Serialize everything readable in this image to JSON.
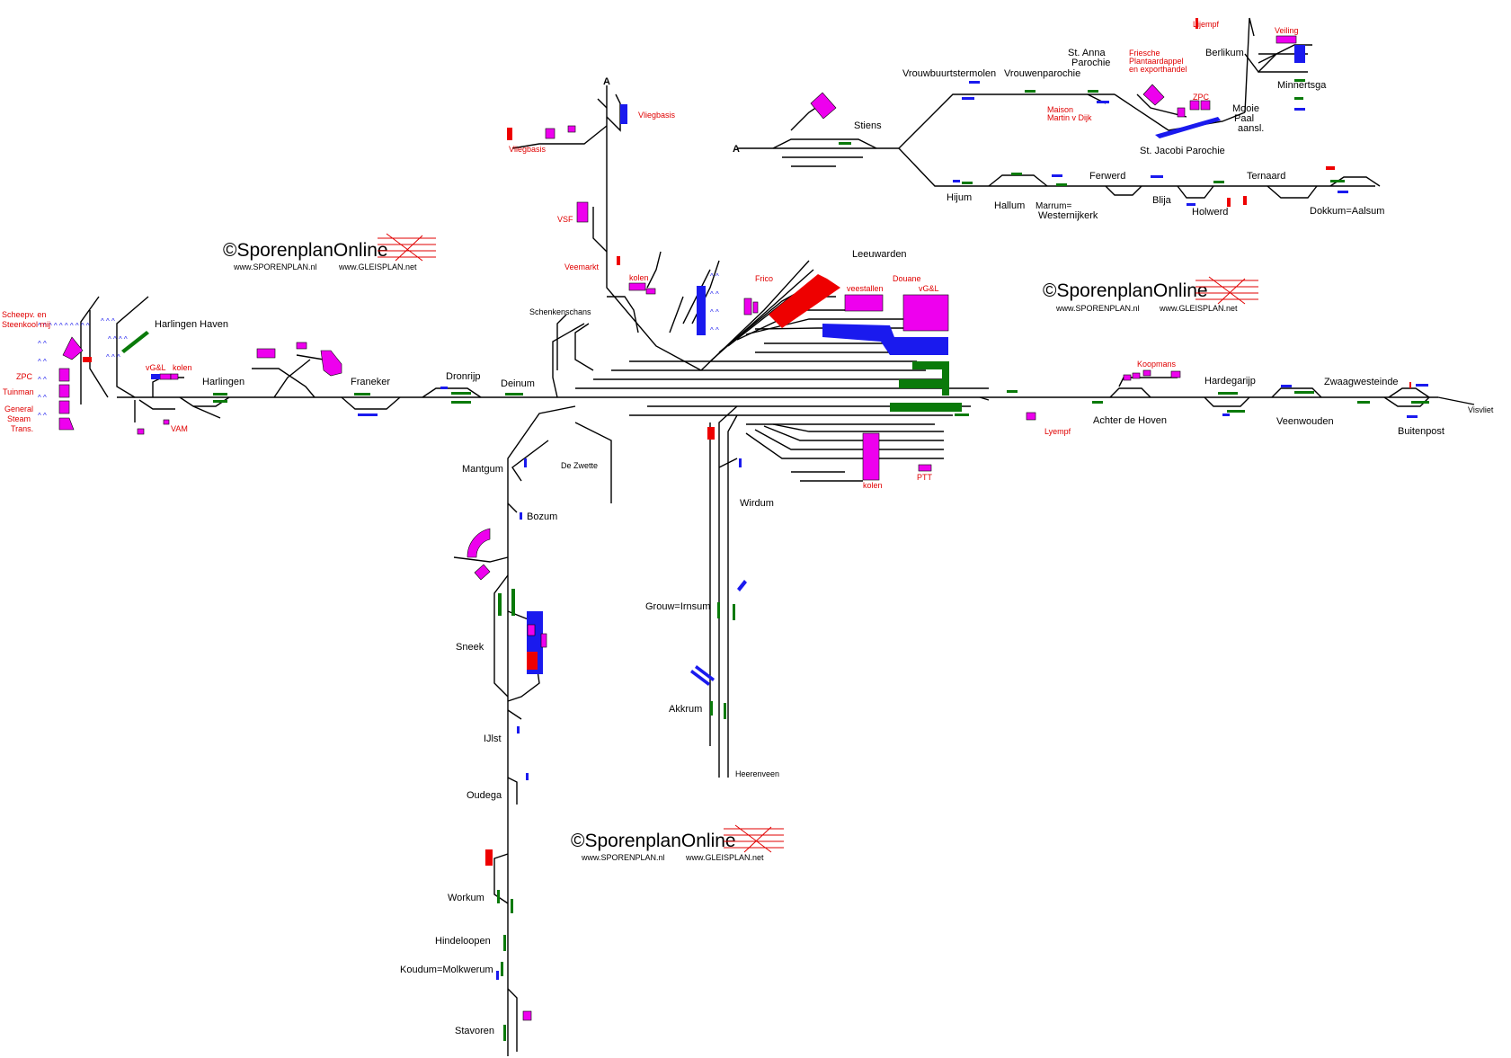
{
  "colors": {
    "track": "#000000",
    "platform": "#0a7a0a",
    "industry": "#ee00ee",
    "siding": "#1a1aee",
    "goods": "#ee0000",
    "label_red": "#e00000"
  },
  "watermark": {
    "brand": "©SporenplanOnline",
    "url1": "www.SPORENPLAN.nl",
    "url2": "www.GLEISPLAN.net"
  },
  "stations": {
    "harlingen_haven": "Harlingen Haven",
    "harlingen": "Harlingen",
    "franeker": "Franeker",
    "dronrijp": "Dronrijp",
    "deinum": "Deinum",
    "schenkenschans": "Schenkenschans",
    "leeuwarden": "Leeuwarden",
    "mantgum": "Mantgum",
    "de_zwette": "De Zwette",
    "bozum": "Bozum",
    "sneek": "Sneek",
    "ijlst": "IJlst",
    "oudega": "Oudega",
    "workum": "Workum",
    "hindeloopen": "Hindeloopen",
    "koudum": "Koudum=Molkwerum",
    "stavoren": "Stavoren",
    "wirdum": "Wirdum",
    "grouw": "Grouw=Irnsum",
    "akkrum": "Akkrum",
    "heerenveen": "Heerenveen",
    "stiens": "Stiens",
    "vrouwbuurtstermolen": "Vrouwbuurtstermolen",
    "vrouwenparochie": "Vrouwenparochie",
    "st_anna_1": "St. Anna",
    "st_anna_2": "Parochie",
    "st_jacobi": "St. Jacobi Parochie",
    "berlikum": "Berlikum",
    "minnertsga": "Minnertsga",
    "mooie_1": "Mooie",
    "mooie_2": "Paal",
    "mooie_3": "aansl.",
    "hijum": "Hijum",
    "hallum": "Hallum",
    "marrum_1": "Marrum=",
    "marrum_2": "Westernijkerk",
    "ferwerd": "Ferwerd",
    "blija": "Blija",
    "holwerd": "Holwerd",
    "ternaard": "Ternaard",
    "dokkum": "Dokkum=Aalsum",
    "achter_de_hoven": "Achter de Hoven",
    "hardegarijp": "Hardegarijp",
    "veenwouden": "Veenwouden",
    "zwaagwesteinde": "Zwaagwesteinde",
    "buitenpost": "Buitenpost",
    "visvliet": "Visvliet",
    "junction_a1": "A",
    "junction_a2": "A"
  },
  "sidings": {
    "scheepv_1": "Scheepv. en",
    "scheepv_2": "Steenkool mij",
    "zpc_w": "ZPC",
    "tuinman": "Tuinman",
    "gst_1": "General",
    "gst_2": "Steam",
    "gst_3": "Trans.",
    "vgsl_w": "vG&L",
    "kolen_w": "kolen",
    "vam": "VAM",
    "vliegbasis_1": "Vliegbasis",
    "vliegbasis_2": "Vliegbasis",
    "vsf": "VSF",
    "veemarkt": "Veemarkt",
    "kolen_n": "kolen",
    "frico": "Frico",
    "veestallen": "veestallen",
    "douane": "Douane",
    "vgsl_e": "vG&L",
    "kolen_s": "kolen",
    "ptt": "PTT",
    "lyempf_e": "Lyempf",
    "koopmans": "Koopmans",
    "maison_1": "Maison",
    "maison_2": "Martin v Dijk",
    "friesche_1": "Friesche",
    "friesche_2": "Plantaardappel",
    "friesche_3": "en exporthandel",
    "zpc_n": "ZPC",
    "lijempf_n": "Lijempf",
    "veiling": "Veiling"
  }
}
